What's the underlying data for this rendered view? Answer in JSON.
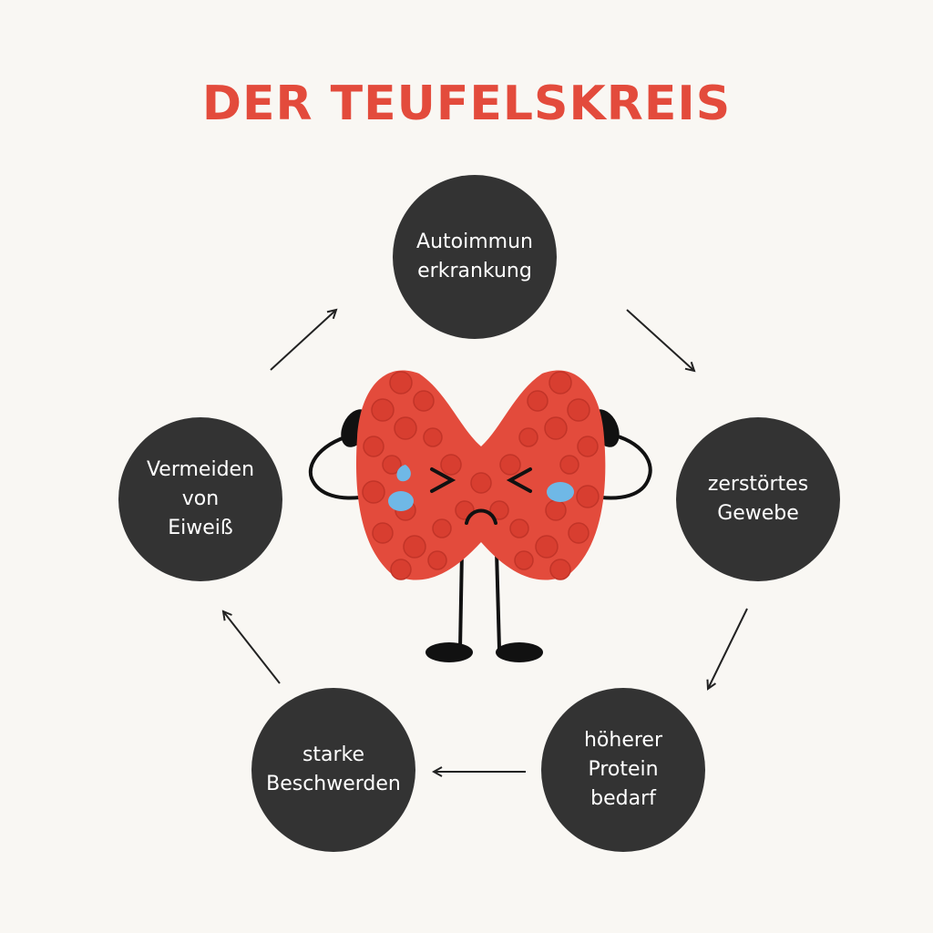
{
  "title": "DER TEUFELSKREIS",
  "nodes": [
    {
      "id": "autoimmun",
      "lines": [
        "Autoimmun",
        "erkrankung"
      ]
    },
    {
      "id": "gewebe",
      "lines": [
        "zerstörtes",
        "Gewebe"
      ]
    },
    {
      "id": "protein",
      "lines": [
        "höherer",
        "Protein",
        "bedarf"
      ]
    },
    {
      "id": "beschwerden",
      "lines": [
        "starke",
        "Beschwerden"
      ]
    },
    {
      "id": "eiweiss",
      "lines": [
        "Vermeiden",
        "von",
        "Eiweiß"
      ]
    }
  ],
  "colors": {
    "title": "#e34b3c",
    "node_fill": "#333333",
    "node_text": "#ffffff",
    "background": "#f9f7f3",
    "organ": "#e34b3c",
    "tears": "#6fb8e6"
  },
  "illustration": "crying-thyroid-icon"
}
